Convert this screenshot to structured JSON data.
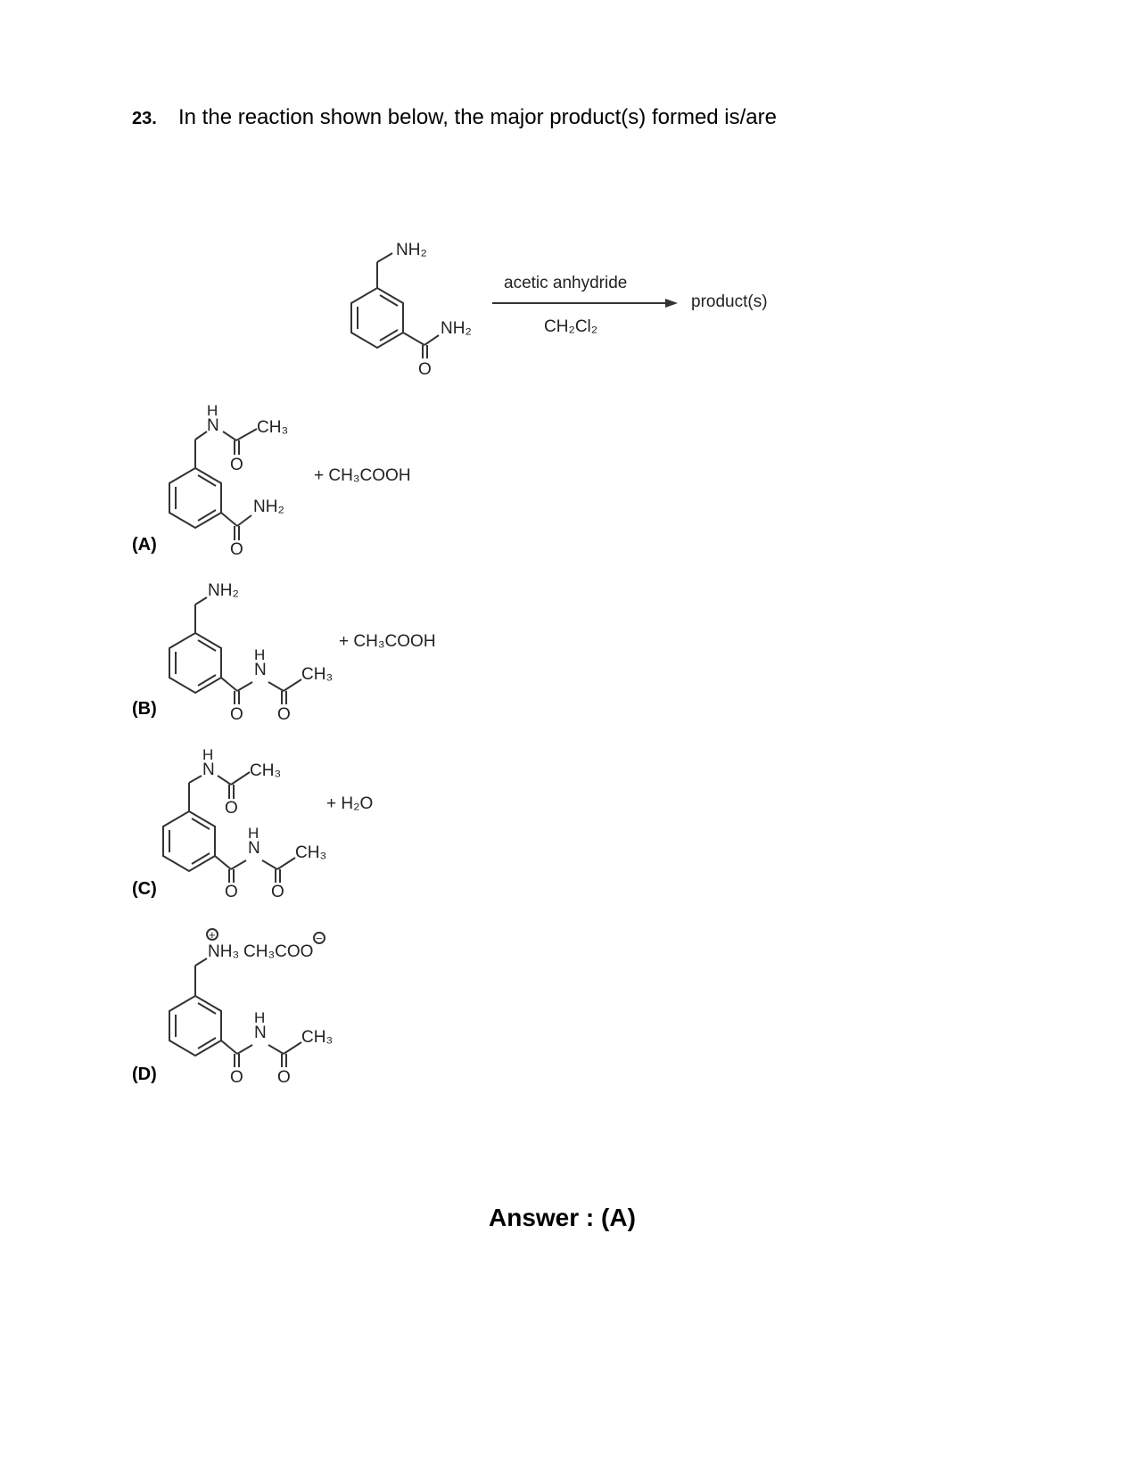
{
  "question": {
    "number": "23.",
    "text": "In the reaction shown below, the major product(s) formed is/are"
  },
  "reaction": {
    "reagent_top": "acetic anhydride",
    "reagent_bottom": "CH₂Cl₂",
    "product_label": "product(s)",
    "nh2": "NH₂",
    "o": "O"
  },
  "options": [
    {
      "label": "(A)",
      "byproduct": "+ CH₃COOH"
    },
    {
      "label": "(B)",
      "byproduct": "+ CH₃COOH"
    },
    {
      "label": "(C)",
      "byproduct": "+ H₂O"
    },
    {
      "label": "(D)",
      "byproduct": ""
    }
  ],
  "labels": {
    "ch3": "CH₃",
    "h": "H",
    "n": "N",
    "nh3": "NH₃",
    "acetate": "CH₃COO",
    "plus_charge": "+",
    "minus_charge": "−"
  },
  "answer": "Answer : (A)"
}
